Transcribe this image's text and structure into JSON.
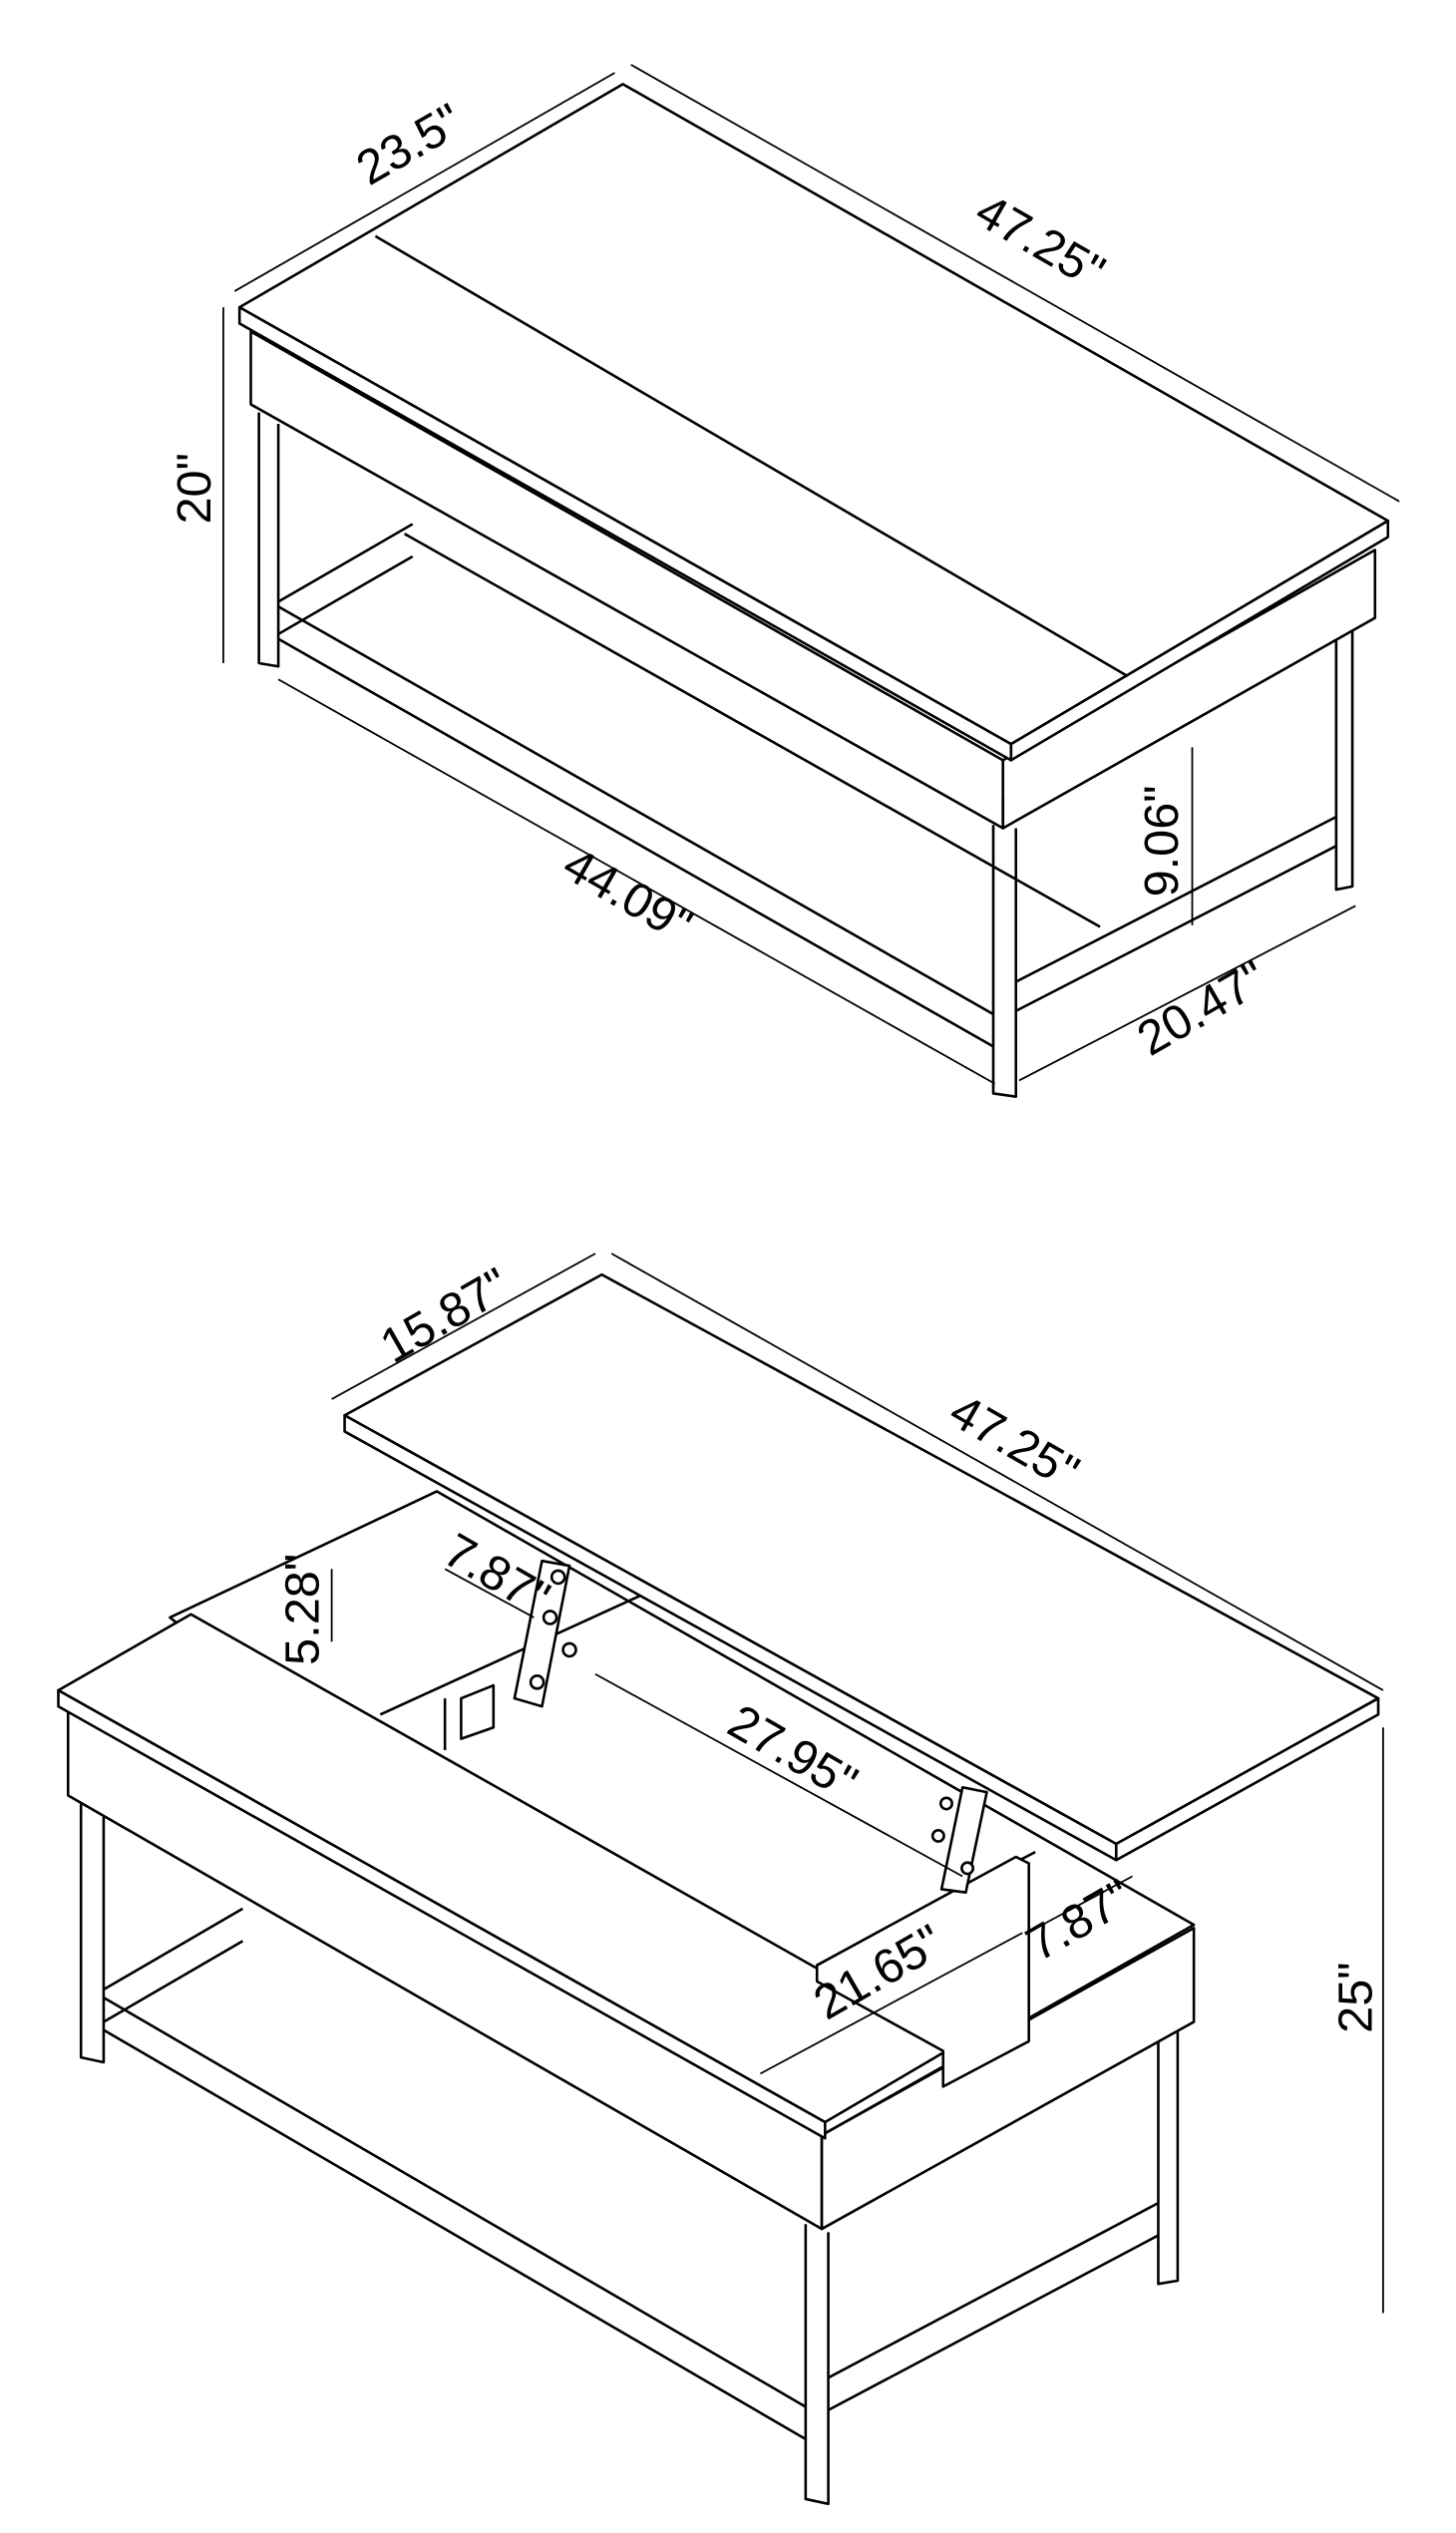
{
  "closed_view": {
    "dimensions": {
      "depth_top": "23.5\"",
      "length_top": "47.25\"",
      "height": "20\"",
      "length_base": "44.09\"",
      "shelf_clearance": "9.06\"",
      "depth_base": "20.47\""
    }
  },
  "open_view": {
    "dimensions": {
      "lid_depth": "15.87\"",
      "lid_length": "47.25\"",
      "compartment_depth": "5.28\"",
      "left_compartment_width": "7.87\"",
      "lift_mechanism_span": "27.95\"",
      "right_compartment_width": "7.87\"",
      "compartment_length": "21.65\"",
      "raised_height": "25\""
    }
  }
}
